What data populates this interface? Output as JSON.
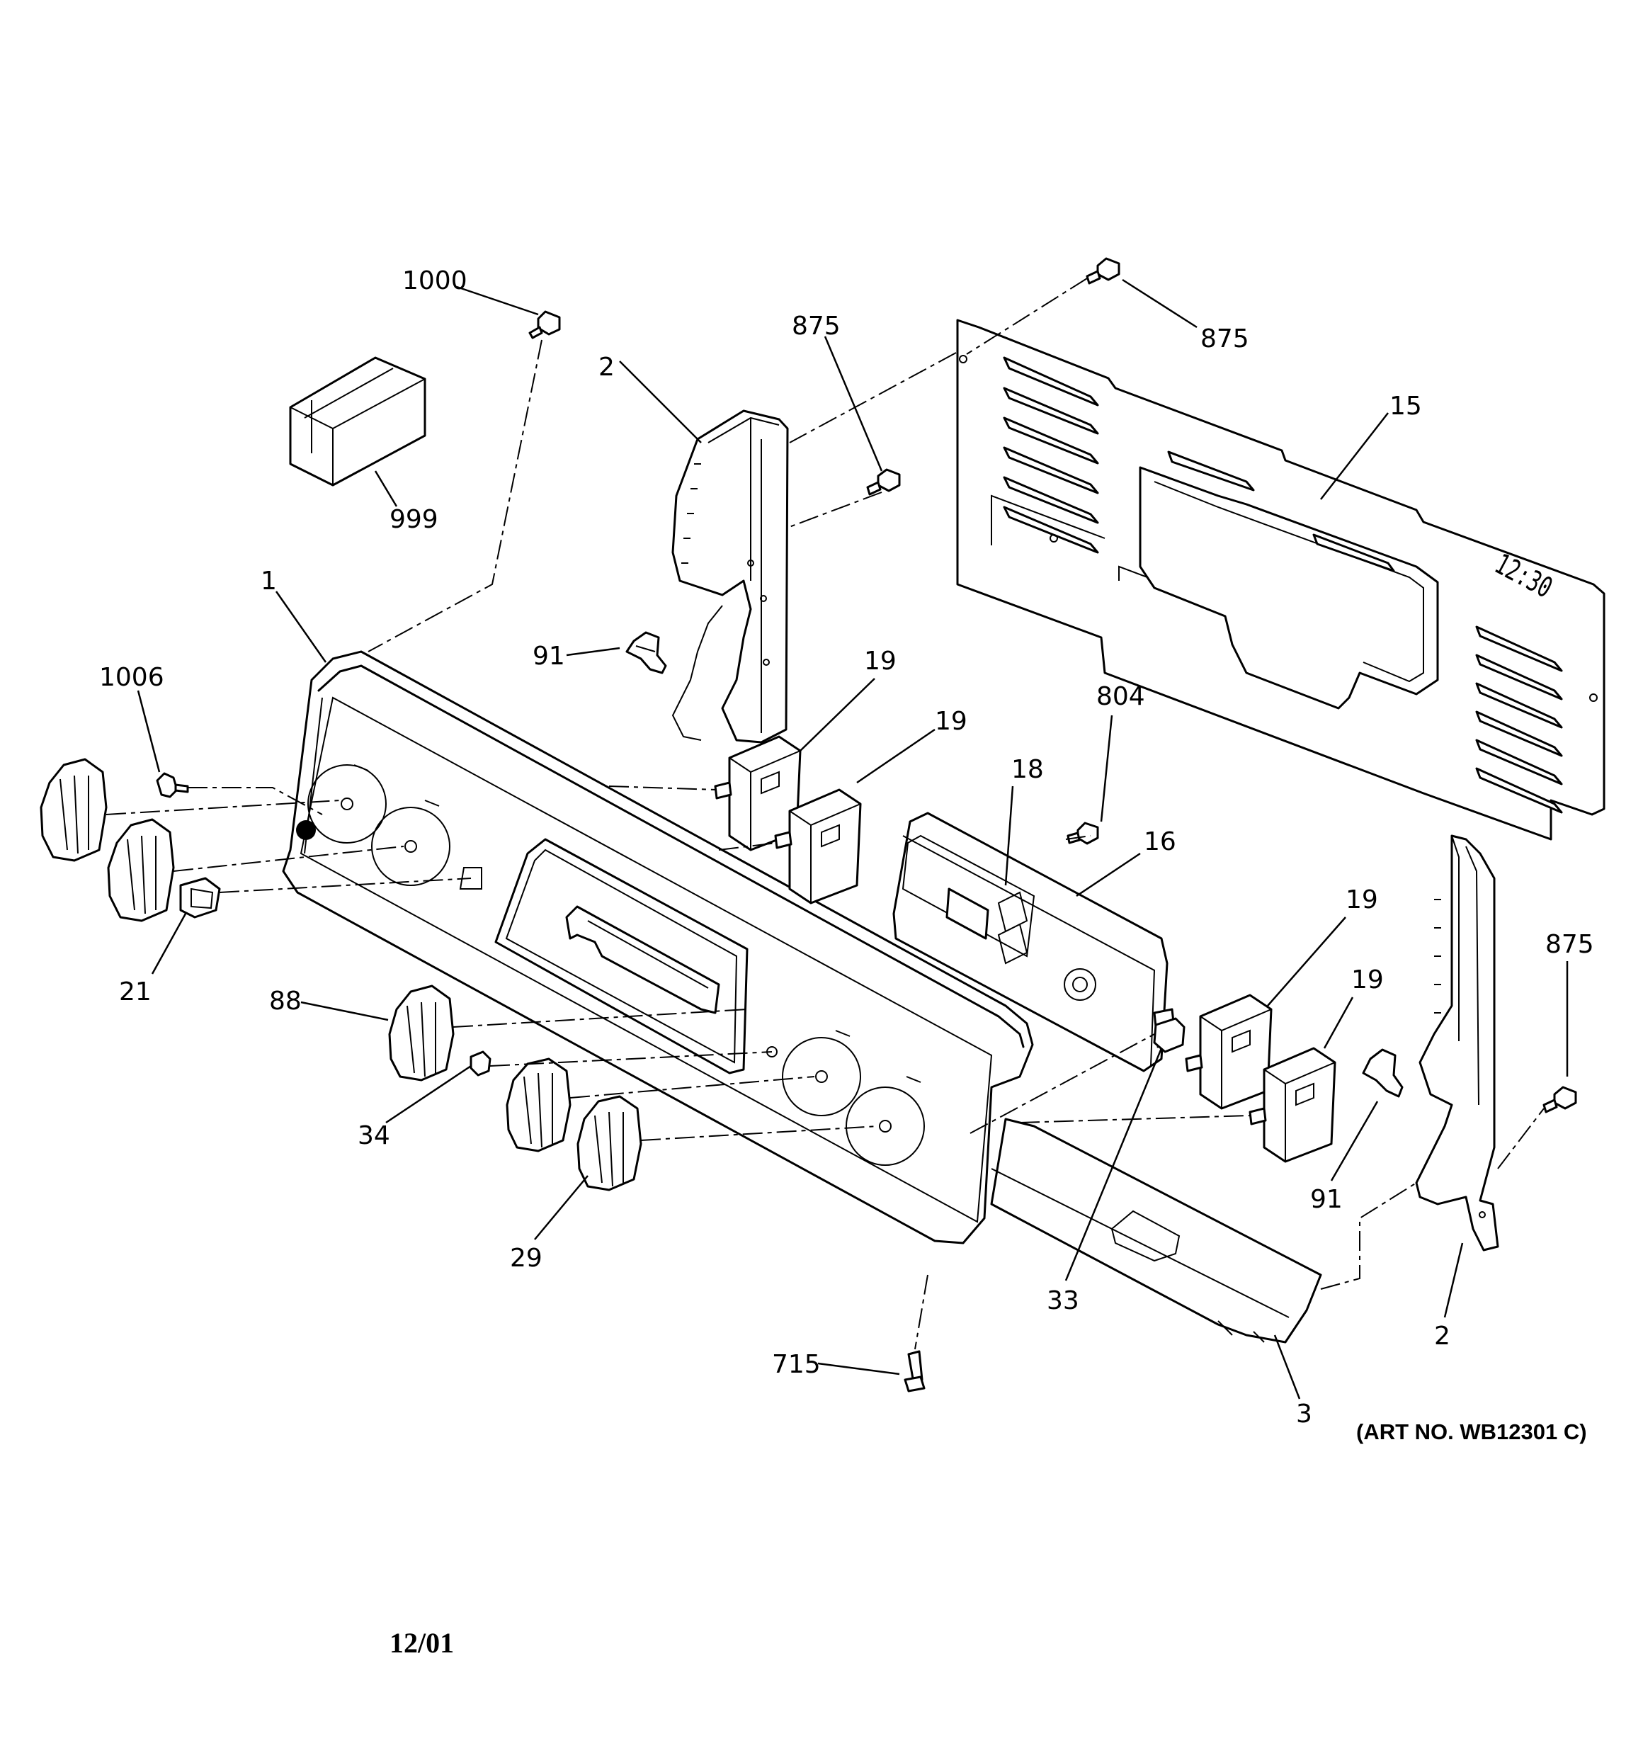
{
  "diagram": {
    "callouts": {
      "c1000": "1000",
      "c999": "999",
      "c2a": "2",
      "c875a": "875",
      "c875b": "875",
      "c15": "15",
      "c1": "1",
      "c91a": "91",
      "c1006": "1006",
      "c19a": "19",
      "c19b": "19",
      "c804": "804",
      "c18": "18",
      "c16": "16",
      "c21": "21",
      "c19c": "19",
      "c875c": "875",
      "c19d": "19",
      "c88": "88",
      "c34": "34",
      "c91b": "91",
      "c29": "29",
      "c33": "33",
      "c2b": "2",
      "c715": "715",
      "c3": "3"
    },
    "display_time": "12:30",
    "art_number": "(ART NO. WB12301 C)",
    "date_code": "12/01"
  }
}
